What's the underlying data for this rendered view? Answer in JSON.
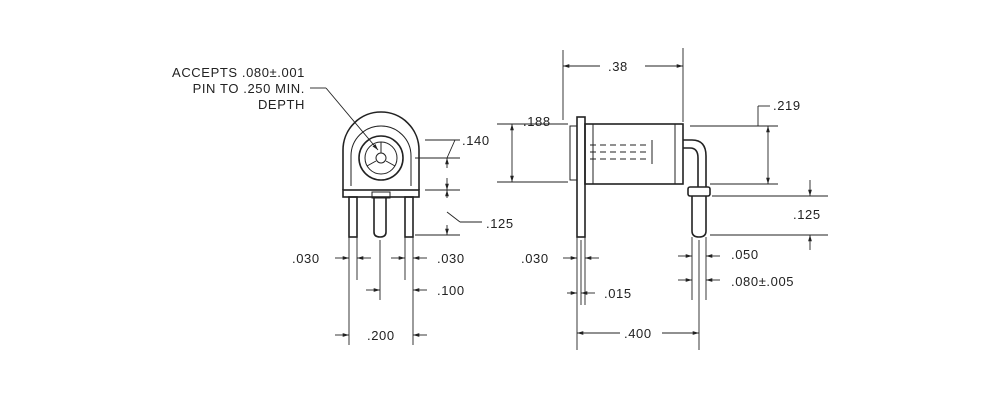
{
  "note": {
    "line1": "ACCEPTS .080±.001",
    "line2": "PIN TO .250 MIN.",
    "line3": "DEPTH"
  },
  "front_view": {
    "dim_140": ".140",
    "dim_125": ".125",
    "dim_030_left": ".030",
    "dim_030_right": ".030",
    "dim_100": ".100",
    "dim_200": ".200"
  },
  "side_view": {
    "dim_38": ".38",
    "dim_188": ".188",
    "dim_219": ".219",
    "dim_125": ".125",
    "dim_030": ".030",
    "dim_015": ".015",
    "dim_050": ".050",
    "dim_080": ".080±.005",
    "dim_400": ".400"
  }
}
